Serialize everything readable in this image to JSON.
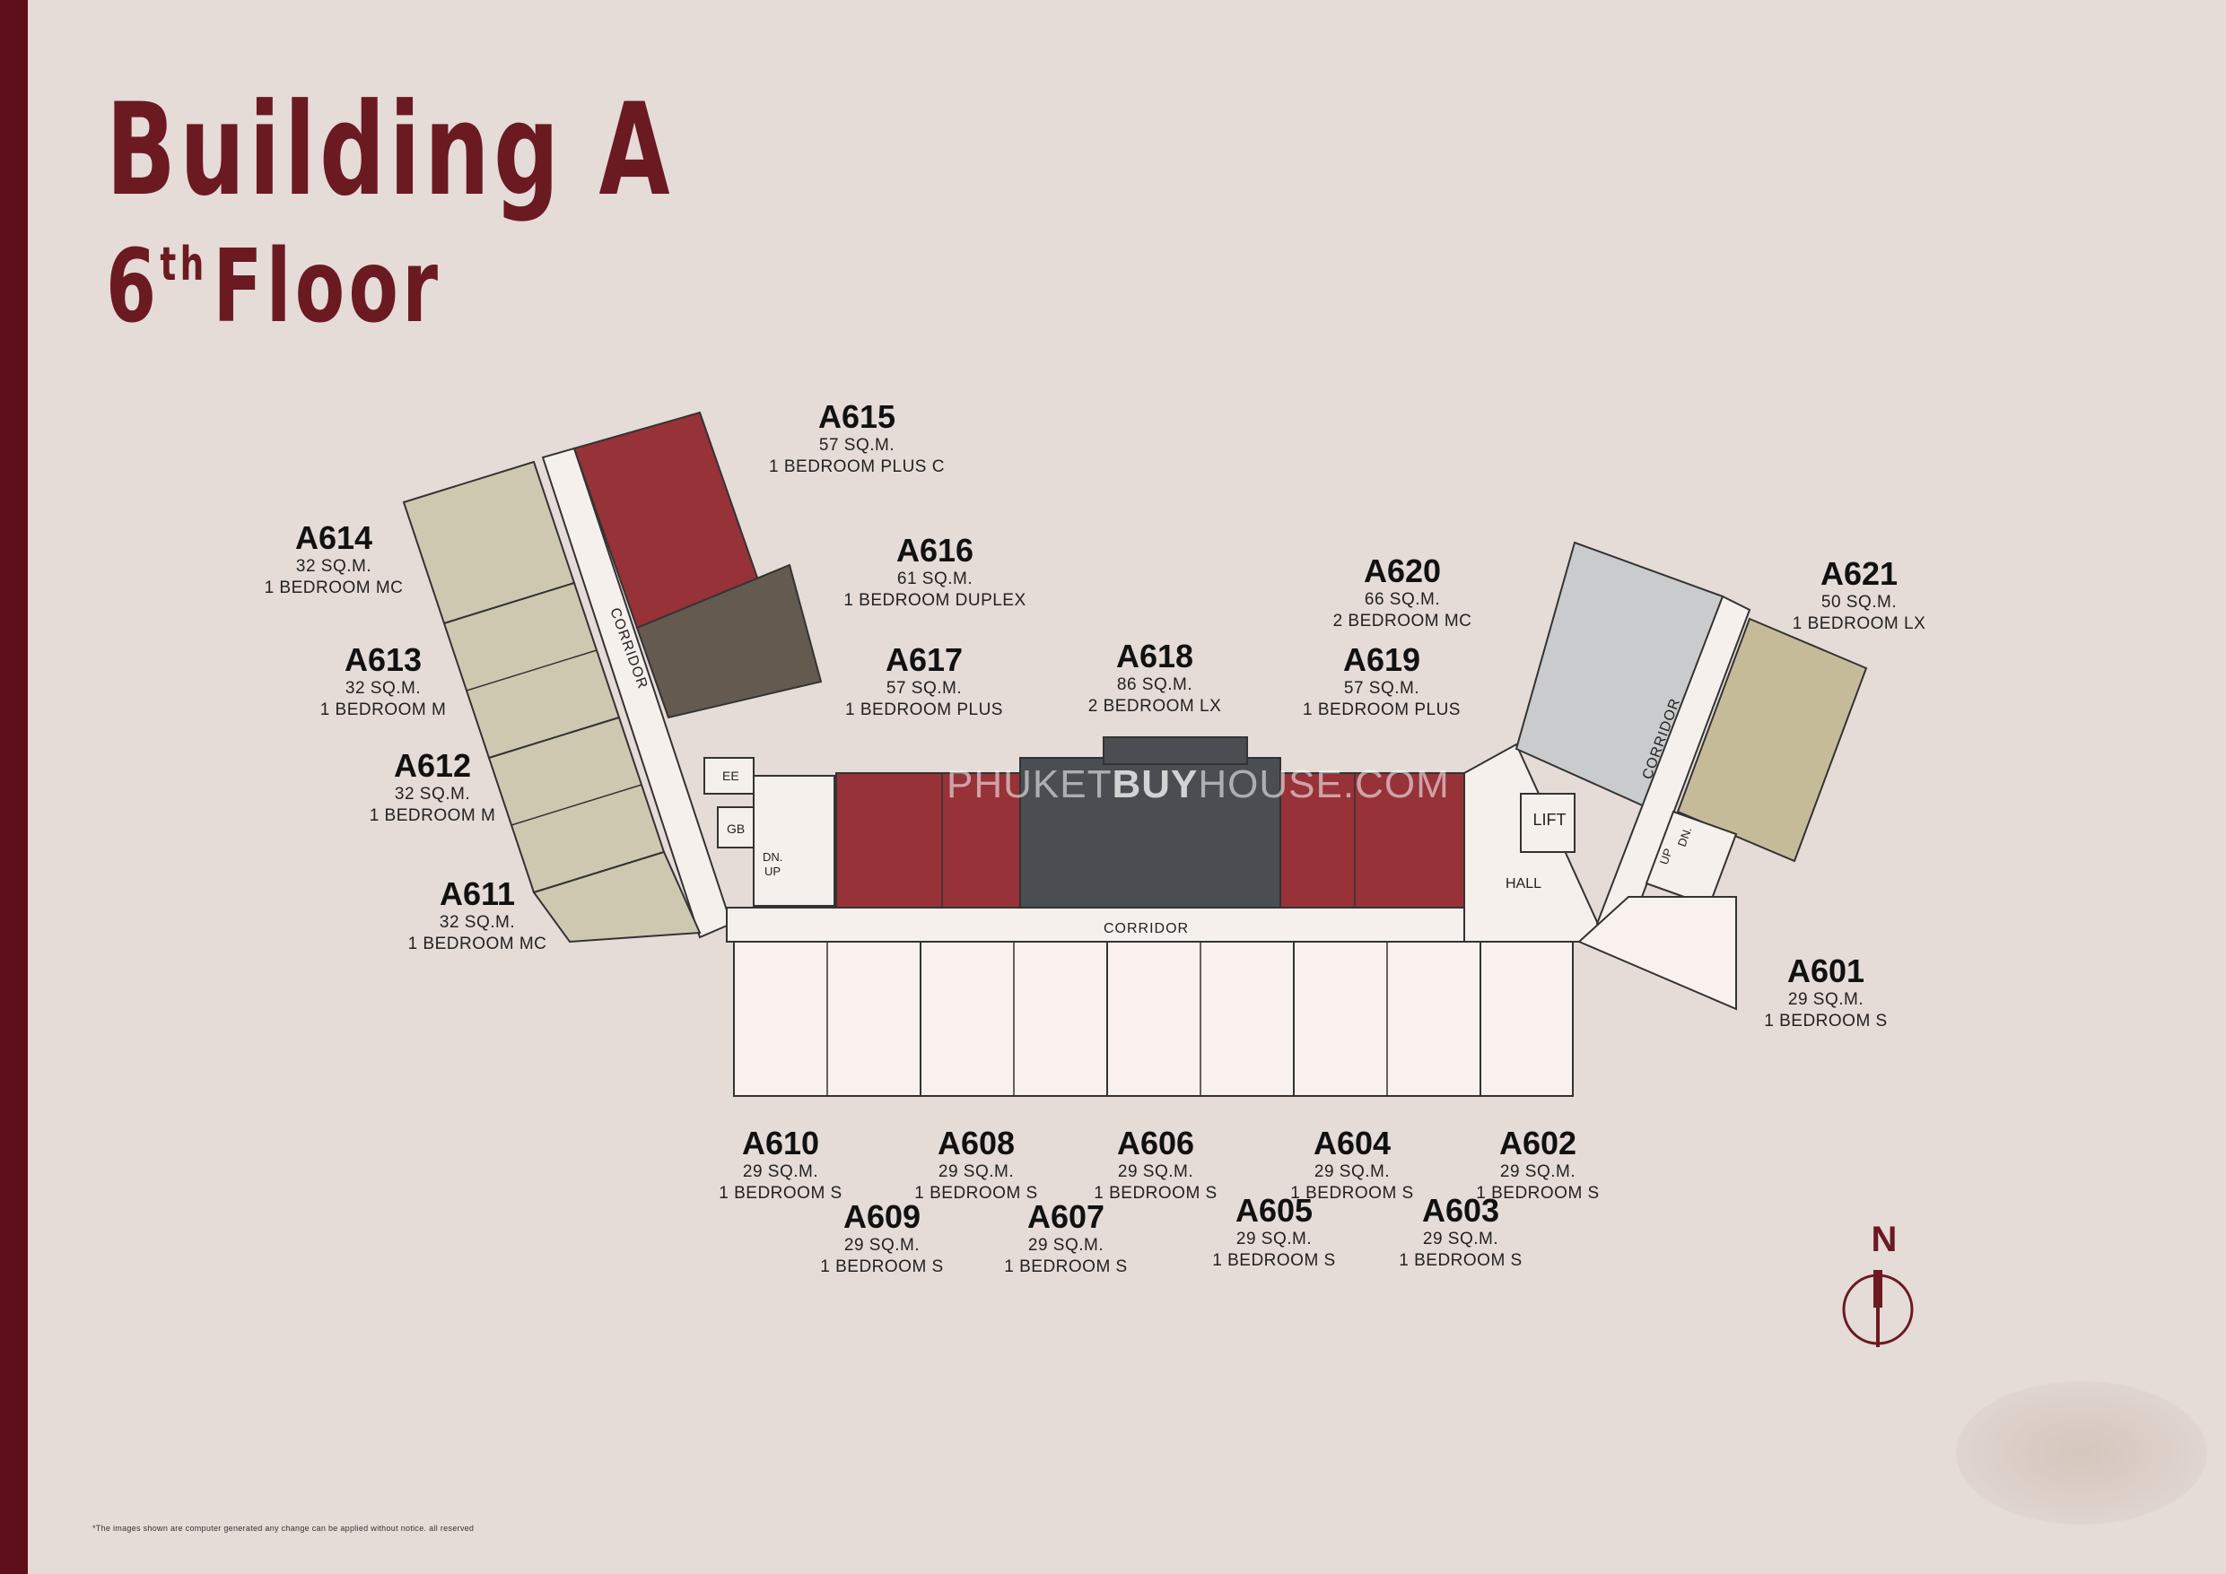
{
  "header": {
    "title_line1": "Building A",
    "title_line2_num": "6",
    "title_line2_sup": "th",
    "title_line2_rest": "Floor"
  },
  "colors": {
    "side_bar": "#5e0f1a",
    "title": "#6b1a22",
    "red_unit": "#963238",
    "dark_unit": "#4a4d52",
    "brown_unit": "#655a50",
    "beige_unit": "#cfc8b1",
    "olive_unit": "#c6bb99",
    "grey_unit": "#c9cbcc",
    "pale_unit": "#f8f1ed",
    "corridor": "#f6f0ec"
  },
  "units": [
    {
      "code": "A615",
      "area": "57 SQ.M.",
      "type": "1 BEDROOM PLUS C"
    },
    {
      "code": "A614",
      "area": "32 SQ.M.",
      "type": "1 BEDROOM MC"
    },
    {
      "code": "A616",
      "area": "61 SQ.M.",
      "type": "1 BEDROOM DUPLEX"
    },
    {
      "code": "A613",
      "area": "32 SQ.M.",
      "type": "1 BEDROOM M"
    },
    {
      "code": "A617",
      "area": "57 SQ.M.",
      "type": "1 BEDROOM PLUS"
    },
    {
      "code": "A618",
      "area": "86 SQ.M.",
      "type": "2 BEDROOM LX"
    },
    {
      "code": "A619",
      "area": "57 SQ.M.",
      "type": "1 BEDROOM PLUS"
    },
    {
      "code": "A620",
      "area": "66 SQ.M.",
      "type": "2 BEDROOM MC"
    },
    {
      "code": "A621",
      "area": "50 SQ.M.",
      "type": "1 BEDROOM LX"
    },
    {
      "code": "A612",
      "area": "32 SQ.M.",
      "type": "1 BEDROOM M"
    },
    {
      "code": "A611",
      "area": "32 SQ.M.",
      "type": "1 BEDROOM MC"
    },
    {
      "code": "A601",
      "area": "29 SQ.M.",
      "type": "1 BEDROOM S"
    },
    {
      "code": "A610",
      "area": "29 SQ.M.",
      "type": "1 BEDROOM S"
    },
    {
      "code": "A608",
      "area": "29 SQ.M.",
      "type": "1 BEDROOM S"
    },
    {
      "code": "A606",
      "area": "29 SQ.M.",
      "type": "1 BEDROOM S"
    },
    {
      "code": "A604",
      "area": "29 SQ.M.",
      "type": "1 BEDROOM S"
    },
    {
      "code": "A602",
      "area": "29 SQ.M.",
      "type": "1 BEDROOM S"
    },
    {
      "code": "A609",
      "area": "29 SQ.M.",
      "type": "1 BEDROOM S"
    },
    {
      "code": "A607",
      "area": "29 SQ.M.",
      "type": "1 BEDROOM S"
    },
    {
      "code": "A605",
      "area": "29 SQ.M.",
      "type": "1 BEDROOM S"
    },
    {
      "code": "A603",
      "area": "29 SQ.M.",
      "type": "1 BEDROOM S"
    }
  ],
  "labels": {
    "corridor_main": "CORRIDOR",
    "corridor_left": "CORRIDOR",
    "corridor_right": "CORRIDOR",
    "hall": "HALL",
    "lift": "LIFT",
    "ee": "EE",
    "gb": "GB",
    "stair_left_dn": "DN.",
    "stair_left_up": "UP",
    "stair_right_up": "UP",
    "stair_right_dn": "DN."
  },
  "watermark": {
    "part1": "PHUKET",
    "part2": "BUY",
    "part3": "HOUSE.COM"
  },
  "north_label": "N",
  "disclaimer": "*The images shown are computer generated any change can be applied without notice. all reserved"
}
